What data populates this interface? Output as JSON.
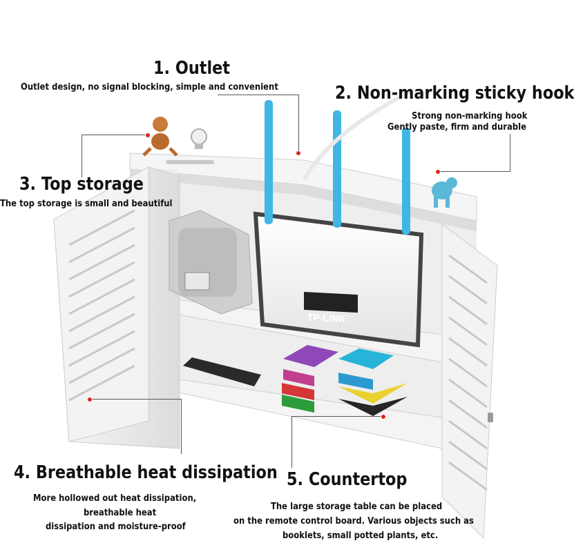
{
  "features": [
    {
      "title": "1. Outlet",
      "desc": [
        "Outlet design, no signal blocking, simple and convenient"
      ]
    },
    {
      "title": "2. Non-marking sticky hook",
      "desc": [
        "Strong non-marking hook",
        "Gently paste, firm and durable"
      ]
    },
    {
      "title": "3. Top storage",
      "desc": [
        "The top storage is small and beautiful"
      ]
    },
    {
      "title": "4. Breathable heat dissipation",
      "desc": [
        "More hollowed out heat dissipation,",
        "breathable heat",
        "dissipation and moisture-proof"
      ]
    },
    {
      "title": "5. Countertop",
      "desc": [
        "The large storage table can be placed",
        "on the remote control board. Various objects such as",
        "booklets, small potted plants, etc."
      ]
    }
  ],
  "router_brand": "TP-LINK",
  "colors": {
    "marker": "#e0241b",
    "antenna": "#3fb6e3",
    "cabinet": "#f2f2f2"
  }
}
